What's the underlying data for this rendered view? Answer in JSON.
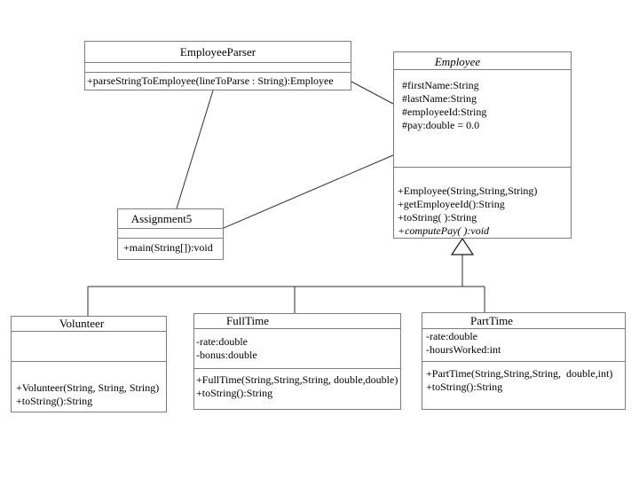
{
  "diagram": {
    "type": "uml-class-diagram",
    "classes": {
      "employeeParser": {
        "name": "EmployeeParser",
        "attributes": [],
        "methods": [
          "+parseStringToEmployee(lineToParse : String):Employee"
        ]
      },
      "employee": {
        "name": "Employee",
        "abstract": true,
        "attributes": [
          "#firstName:String",
          "#lastName:String",
          "#employeeId:String",
          "#pay:double = 0.0"
        ],
        "methods": [
          "+Employee(String,String,String)",
          "+getEmployeeId():String",
          "+toString( ):String",
          "+computePay( ):void"
        ]
      },
      "assignment5": {
        "name": "Assignment5",
        "attributes": [],
        "methods": [
          "+main(String[]):void"
        ]
      },
      "volunteer": {
        "name": "Volunteer",
        "attributes": [],
        "methods": [
          "+Volunteer(String, String, String)",
          "+toString():String"
        ]
      },
      "fullTime": {
        "name": "FullTime",
        "attributes": [
          "-rate:double",
          "-bonus:double"
        ],
        "methods": [
          "+FullTime(String,String,String, double,double)",
          "+toString():String"
        ]
      },
      "partTime": {
        "name": "PartTime",
        "attributes": [
          "-rate:double",
          "-hoursWorked:int"
        ],
        "methods": [
          "+PartTime(String,String,String,  double,int)",
          "+toString():String"
        ]
      }
    },
    "relationships": [
      {
        "from": "EmployeeParser",
        "to": "Assignment5",
        "type": "association"
      },
      {
        "from": "EmployeeParser",
        "to": "Employee",
        "type": "association"
      },
      {
        "from": "Assignment5",
        "to": "Employee",
        "type": "association"
      },
      {
        "from": "Volunteer",
        "to": "Employee",
        "type": "generalization"
      },
      {
        "from": "FullTime",
        "to": "Employee",
        "type": "generalization"
      },
      {
        "from": "PartTime",
        "to": "Employee",
        "type": "generalization"
      }
    ],
    "colors": {
      "background": "#ffffff",
      "boxBorder": "#7d7d7d",
      "line": "#2e2e2e",
      "text": "#000000"
    }
  }
}
